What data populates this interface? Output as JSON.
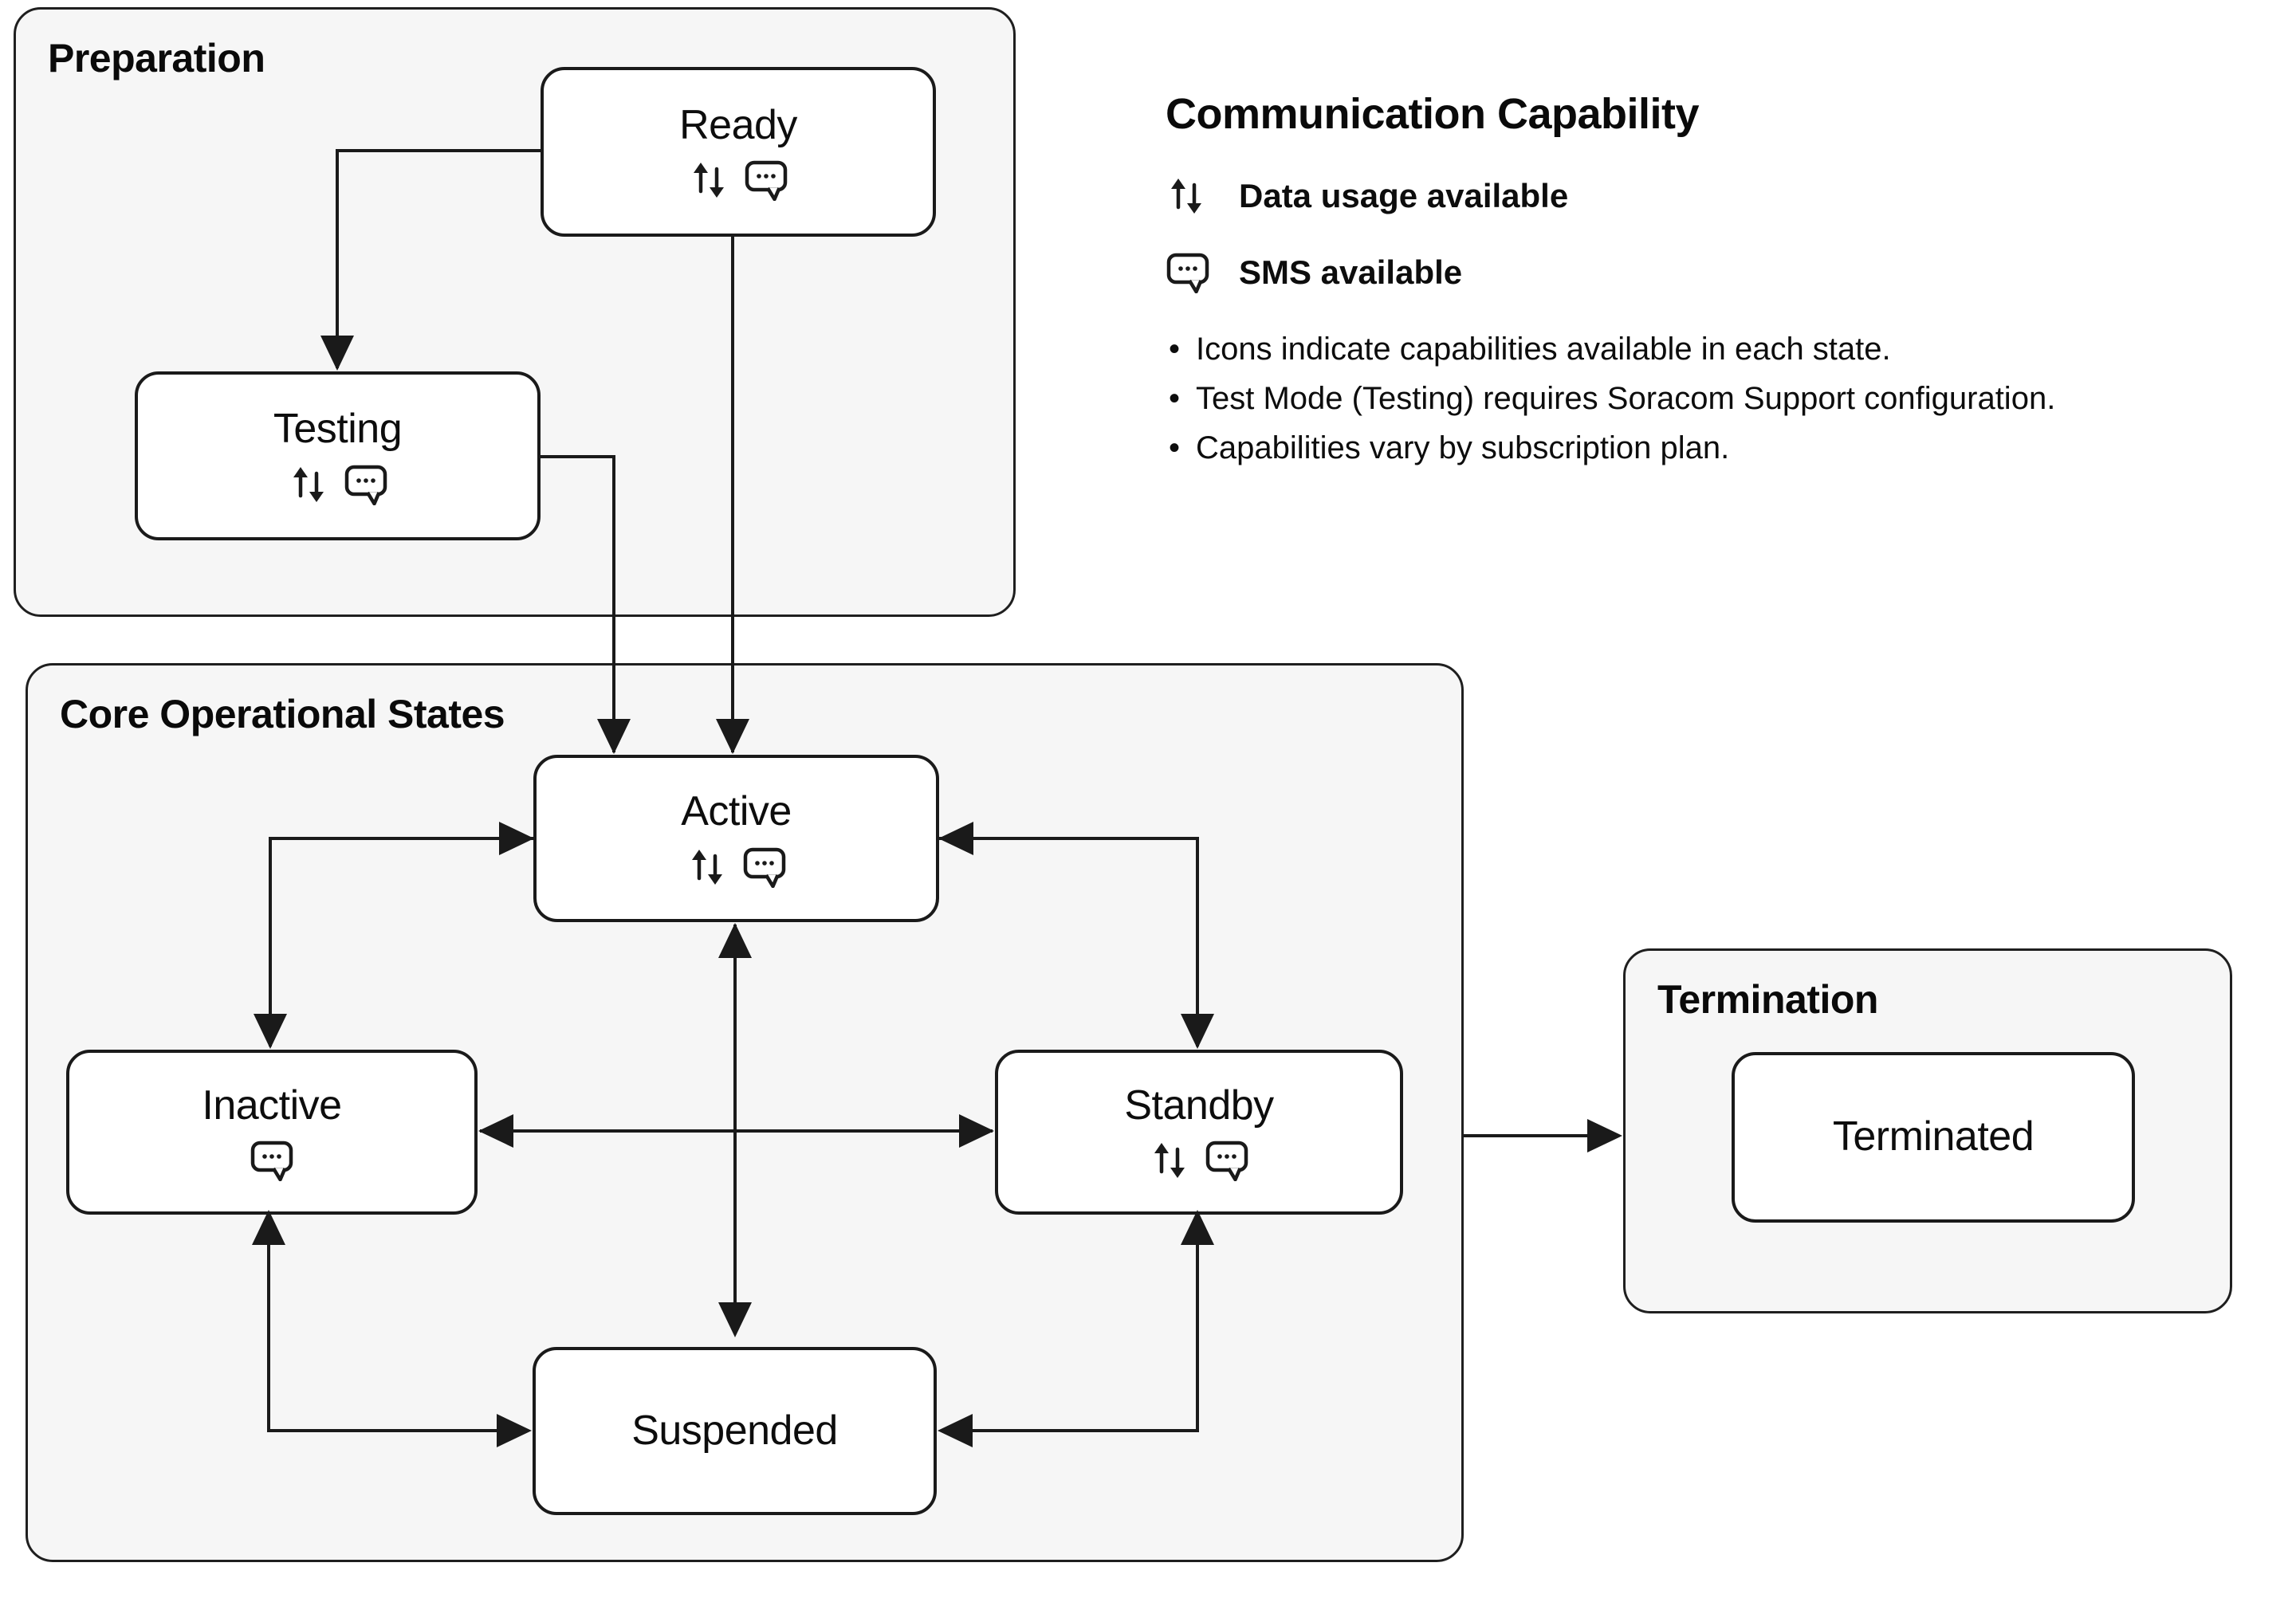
{
  "diagram": {
    "groups": {
      "preparation": {
        "title": "Preparation"
      },
      "core": {
        "title": "Core Operational States"
      },
      "termination": {
        "title": "Termination"
      }
    },
    "states": {
      "ready": {
        "label": "Ready",
        "icons": [
          "data-usage-icon",
          "sms-icon"
        ]
      },
      "testing": {
        "label": "Testing",
        "icons": [
          "data-usage-icon",
          "sms-icon"
        ]
      },
      "active": {
        "label": "Active",
        "icons": [
          "data-usage-icon",
          "sms-icon"
        ]
      },
      "inactive": {
        "label": "Inactive",
        "icons": [
          "sms-icon"
        ]
      },
      "standby": {
        "label": "Standby",
        "icons": [
          "data-usage-icon",
          "sms-icon"
        ]
      },
      "suspended": {
        "label": "Suspended",
        "icons": []
      },
      "terminated": {
        "label": "Terminated",
        "icons": []
      }
    }
  },
  "legend": {
    "title": "Communication Capability",
    "items": [
      {
        "icon": "data-usage-icon",
        "label": "Data usage available"
      },
      {
        "icon": "sms-icon",
        "label": "SMS available"
      }
    ],
    "notes": [
      "Icons indicate capabilities available in each state.",
      "Test Mode (Testing) requires Soracom Support configuration.",
      "Capabilities vary by subscription plan."
    ]
  },
  "colors": {
    "group_fill": "#f6f6f6",
    "box_fill": "#ffffff",
    "line": "#1a1a1a",
    "text": "#0d0d0d"
  }
}
